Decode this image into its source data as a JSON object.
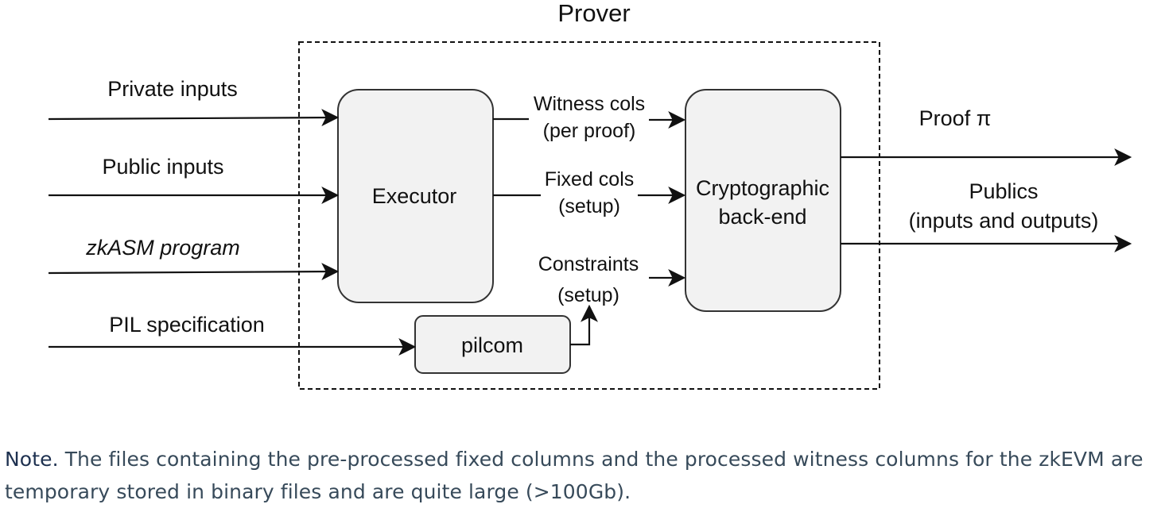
{
  "diagram": {
    "title": "Prover",
    "inputs": {
      "private": "Private inputs",
      "public": "Public inputs",
      "program": "zkASM program",
      "pil": "PIL specification"
    },
    "nodes": {
      "executor": "Executor",
      "crypto_line1": "Cryptographic",
      "crypto_line2": "back-end",
      "pilcom": "pilcom"
    },
    "edges": {
      "witness_line1": "Witness cols",
      "witness_line2": "(per proof)",
      "fixed_line1": "Fixed cols",
      "fixed_line2": "(setup)",
      "constraints_line1": "Constraints",
      "constraints_line2": "(setup)"
    },
    "outputs": {
      "proof": "Proof π",
      "publics_line1": "Publics",
      "publics_line2": "(inputs and outputs)"
    }
  },
  "note": {
    "label": "Note.",
    "text": "The files containing the pre-processed fixed columns and the processed witness columns for the zkEVM are temporary stored in binary files and are quite large (>100Gb)."
  }
}
